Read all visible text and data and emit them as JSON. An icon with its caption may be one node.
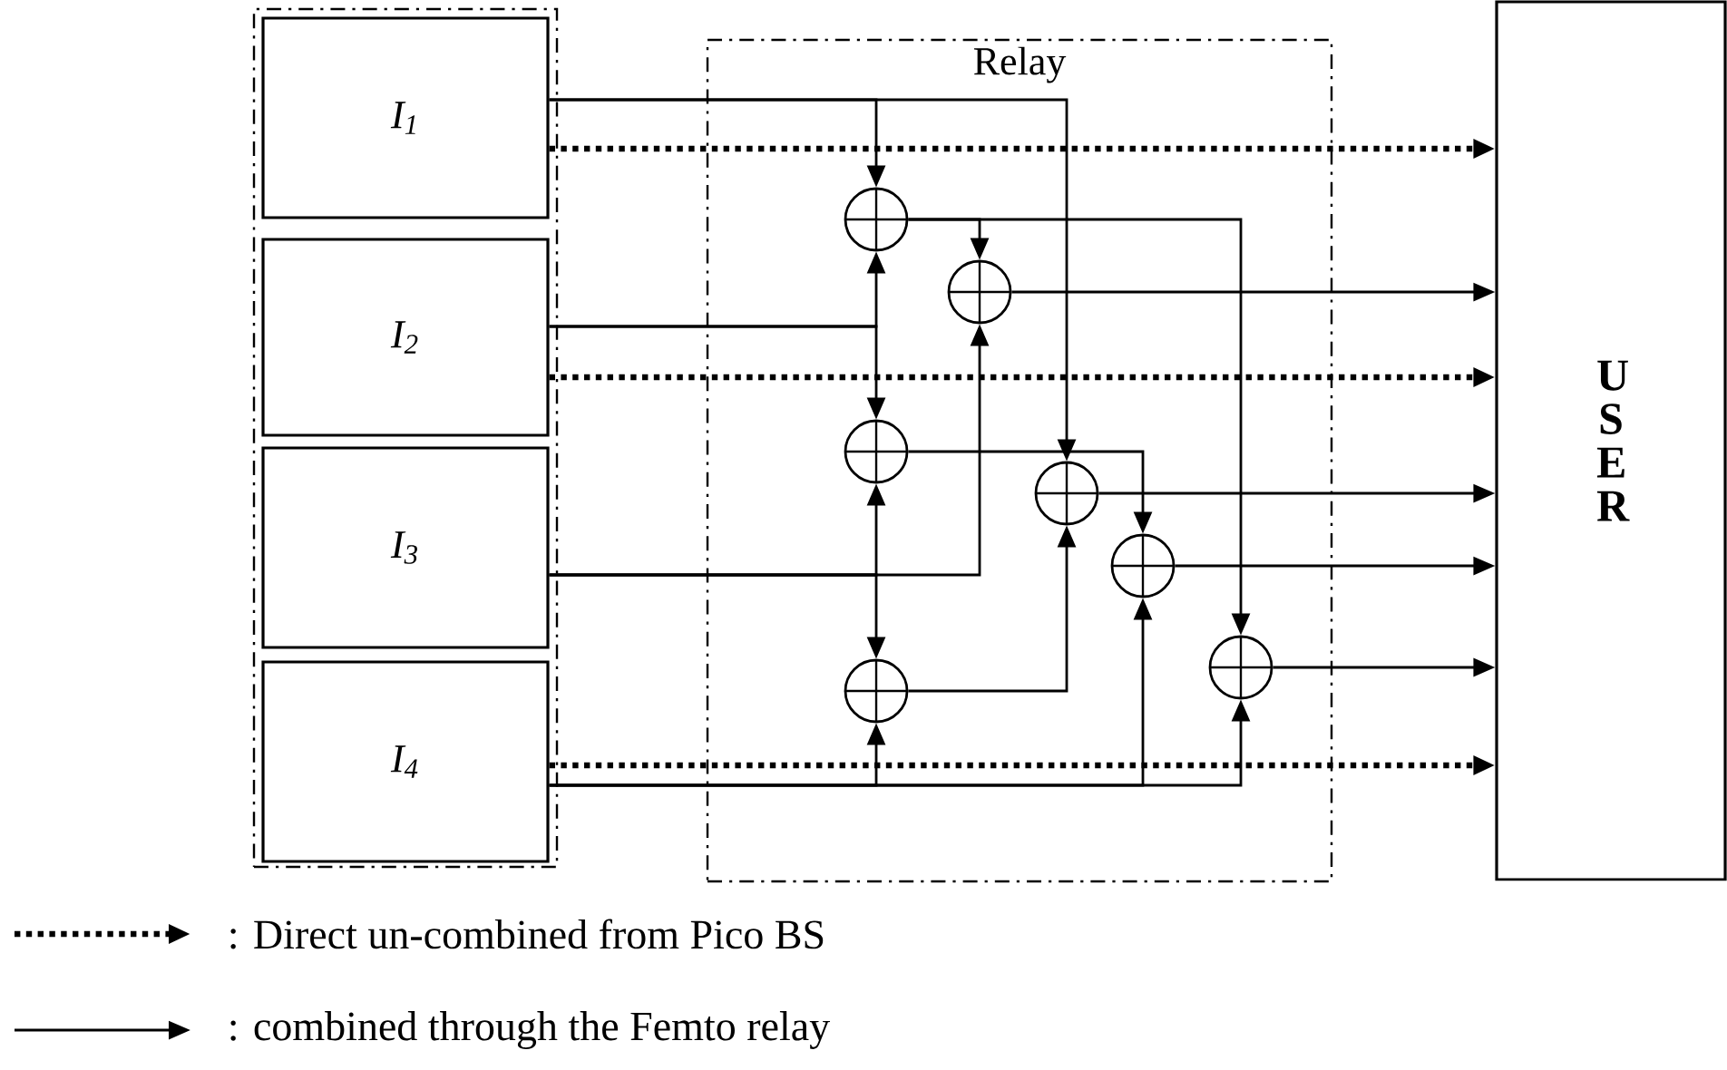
{
  "diagram": {
    "nodes": [
      {
        "text": [],
        "shape": "box"
      },
      {
        "text": [
          "I$_{1}$"
        ],
        "in": 0
      },
      {
        "text": [
          "I$_{2}$"
        ],
        "in": 0
      },
      {
        "text": [
          "I$_{3}$"
        ],
        "in": 0
      },
      {
        "text": [
          "I$_{4}$"
        ],
        "in": 0
      },
      {
        "text": [
          "Relay"
        ]
      },
      {
        "text": [
          "U S E R"
        ]
      },
      {
        "text": [],
        "shape": "circle",
        "in": 5
      },
      {
        "text": [],
        "shape": "circle",
        "in": 5
      },
      {
        "text": [],
        "shape": "circle",
        "in": 5
      },
      {
        "text": [],
        "shape": "circle",
        "in": 5
      },
      {
        "text": [],
        "shape": "circle",
        "in": 5
      },
      {
        "text": [],
        "shape": "circle",
        "in": 5
      },
      {
        "text": [],
        "shape": "circle",
        "in": 5
      }
    ],
    "edges": [
      {
        "from": 1,
        "to": 6,
        "arrow": "to",
        "style": "dashed"
      },
      {
        "from": 2,
        "to": 6,
        "arrow": "to",
        "style": "dashed"
      },
      {
        "from": 4,
        "to": 6,
        "arrow": "to",
        "style": "dashed"
      },
      {
        "from": 1,
        "to": 7,
        "arrow": "to"
      },
      {
        "from": 1,
        "to": 10,
        "arrow": "to"
      },
      {
        "from": 2,
        "to": 7,
        "arrow": "to"
      },
      {
        "from": 2,
        "to": 9,
        "arrow": "to"
      },
      {
        "from": 3,
        "to": 8,
        "arrow": "to"
      },
      {
        "from": 3,
        "to": 9,
        "arrow": "to"
      },
      {
        "from": 3,
        "to": 12,
        "arrow": "to"
      },
      {
        "from": 7,
        "to": 8,
        "arrow": "to"
      },
      {
        "from": 7,
        "to": 13,
        "arrow": "to"
      },
      {
        "from": 8,
        "to": 6,
        "arrow": "to"
      },
      {
        "from": 9,
        "to": 11,
        "arrow": "to"
      },
      {
        "from": 10,
        "to": 6,
        "arrow": "to"
      },
      {
        "from": 11,
        "to": 6,
        "arrow": "to"
      },
      {
        "from": 12,
        "to": 10,
        "arrow": "to"
      },
      {
        "from": 13,
        "to": 6,
        "arrow": "to"
      },
      {
        "from": 4,
        "to": 12,
        "arrow": "to"
      },
      {
        "from": 4,
        "to": 11,
        "arrow": "to"
      },
      {
        "from": 4,
        "to": 13,
        "arrow": "to"
      }
    ],
    "legend": [
      {
        "text": ": Direct un-combined from Pico BS"
      },
      {
        "text": ": combined through the Femto relay"
      }
    ]
  }
}
